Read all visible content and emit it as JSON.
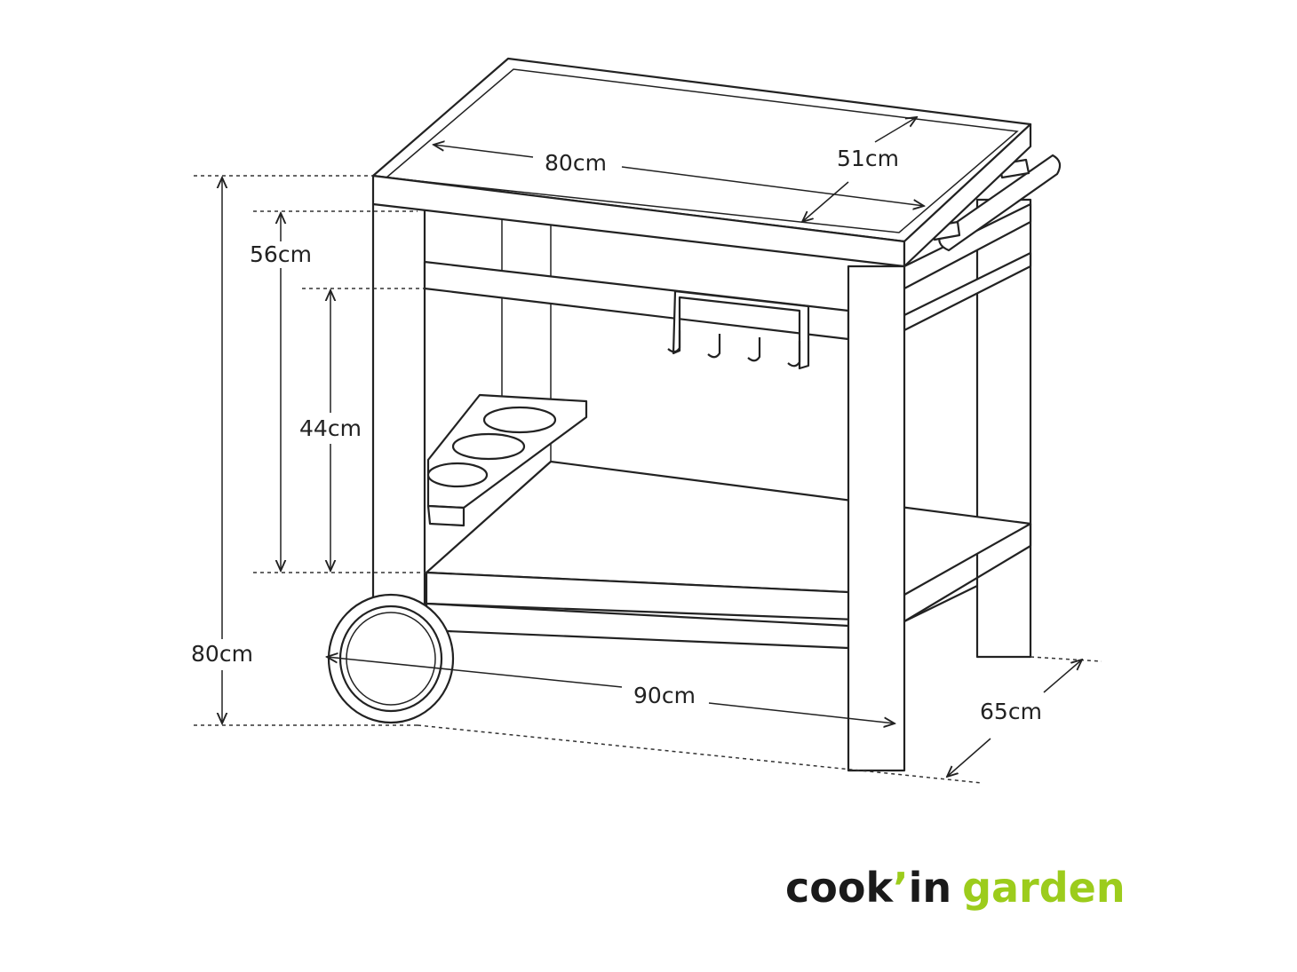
{
  "dimensions": {
    "top_width": "80cm",
    "top_depth": "51cm",
    "height_to_rail": "56cm",
    "shelf_height": "44cm",
    "total_height": "80cm",
    "total_width": "90cm",
    "total_depth": "65cm"
  },
  "brand": {
    "part1": "cook",
    "apostrophe": "’",
    "part2": "in",
    "part3": "garden",
    "dark_color": "#1a1a1a",
    "green_color": "#9ccc1c"
  }
}
